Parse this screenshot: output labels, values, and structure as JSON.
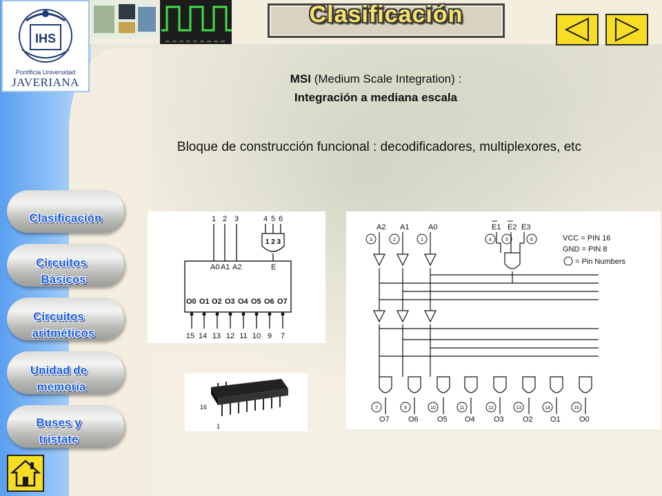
{
  "logo": {
    "institution": "Pontificia Universidad",
    "name": "JAVERIANA",
    "seal": "IHS"
  },
  "header": {
    "title": "Clasificación"
  },
  "nav_arrows": {
    "prev": "previous-arrow",
    "next": "next-arrow"
  },
  "content": {
    "msi_abbrev": "MSI",
    "msi_expansion": " (Medium Scale Integration) :",
    "msi_subtitle": "Integración a mediana escala",
    "bloque": "Bloque de construcción funcional : decodificadores, multiplexores, etc"
  },
  "sidebar": {
    "items": [
      {
        "line1": "Clasificación",
        "line2": ""
      },
      {
        "line1": "Circuitos",
        "line2": "Básicos"
      },
      {
        "line1": "Circuitos",
        "line2": "aritméticos"
      },
      {
        "line1": "Unidad de",
        "line2": "memoria"
      },
      {
        "line1": "Buses y",
        "line2": "tristate"
      }
    ],
    "home_icon": "home-icon"
  },
  "pinout": {
    "top_pins": [
      "1",
      "2",
      "3",
      "4",
      "5",
      "6"
    ],
    "gate_label": "1 2 3",
    "addr_labels": [
      "A0",
      "A1",
      "A2"
    ],
    "enable_label": "E",
    "outputs": [
      "O0",
      "O1",
      "O2",
      "O3",
      "O4",
      "O5",
      "O6",
      "O7"
    ],
    "bottom_pins": [
      "15",
      "14",
      "13",
      "12",
      "11",
      "10",
      "9",
      "7"
    ]
  },
  "chip": {
    "pin16": "16",
    "pin1": "1"
  },
  "logic": {
    "inputs": [
      "A2",
      "A1",
      "A0"
    ],
    "input_pins": [
      "3",
      "2",
      "1"
    ],
    "enables": [
      "E1",
      "E2",
      "E3"
    ],
    "enable_pins": [
      "4",
      "5",
      "6"
    ],
    "vcc": "VCC = PIN 16",
    "gnd": "GND = PIN 8",
    "pin_numbers_legend": "= Pin Numbers",
    "output_pins": [
      "7",
      "9",
      "10",
      "11",
      "12",
      "13",
      "14",
      "15"
    ],
    "outputs": [
      "O7",
      "O6",
      "O5",
      "O4",
      "O3",
      "O2",
      "O1",
      "O0"
    ]
  },
  "colors": {
    "arrow_yellow": "#f7dd24",
    "title_yellow": "#f6e36a",
    "nav_text_blue": "#1a5bd8",
    "sidebar_blue": "#5b9ff0"
  }
}
